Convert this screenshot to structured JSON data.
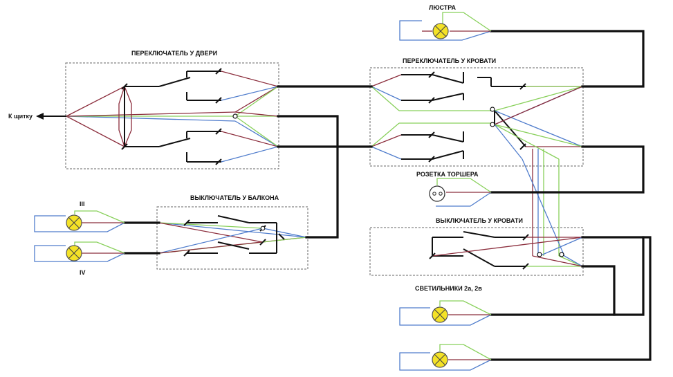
{
  "labels": {
    "chandelier": "ЛЮСТРА",
    "door_switch": "ПЕРЕКЛЮЧАТЕЛЬ У ДВЕРИ",
    "bed_changeover": "ПЕРЕКЛЮЧАТЕЛЬ У КРОВАТИ",
    "to_panel": "К щитку",
    "floor_lamp_socket": "РОЗЕТКА ТОРШЕРА",
    "balcony_switch": "ВЫКЛЮЧАТЕЛЬ У БАЛКОНА",
    "bed_switch": "ВЫКЛЮЧАТЕЛЬ У КРОВАТИ",
    "lamp_iii": "III",
    "lamp_iv": "IV",
    "fixtures_2a_2v": "СВЕТИЛЬНИКИ 2а, 2в"
  },
  "colors": {
    "phase": "#8b2d3c",
    "neutral": "#4f7ccc",
    "ground": "#88d05a",
    "cable": "#111111",
    "lamp": "#f4e227"
  }
}
